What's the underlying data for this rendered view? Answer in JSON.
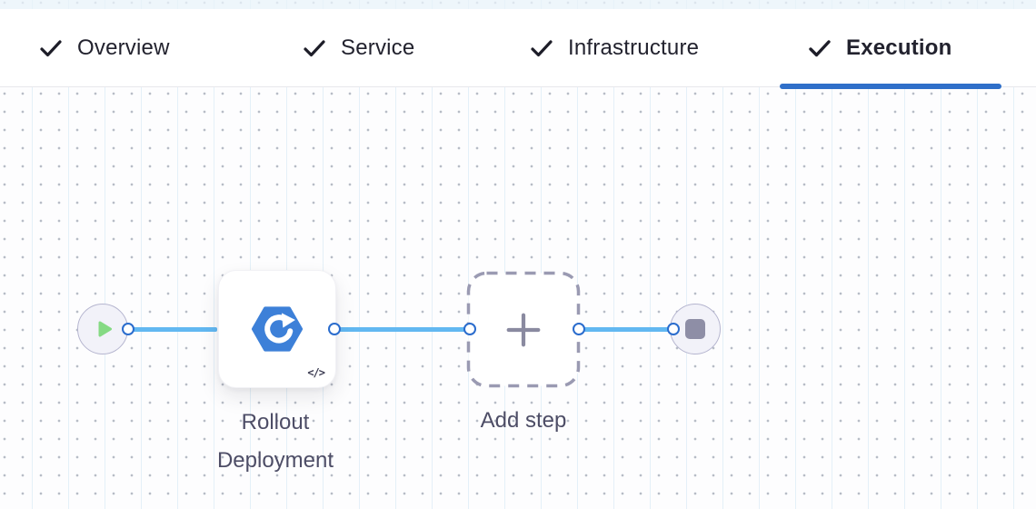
{
  "header": {
    "tabs": [
      {
        "label": "Overview",
        "checked": true,
        "active": false
      },
      {
        "label": "Service",
        "checked": true,
        "active": false
      },
      {
        "label": "Infrastructure",
        "checked": true,
        "active": false
      },
      {
        "label": "Execution",
        "checked": true,
        "active": true
      }
    ]
  },
  "canvas": {
    "start_node": {
      "icon": "play-icon"
    },
    "steps": [
      {
        "label": "Rollout Deployment",
        "icon": "k8s-rollout-icon",
        "badge": "</>"
      }
    ],
    "add_step": {
      "label": "Add step",
      "icon": "plus-icon"
    },
    "end_node": {
      "icon": "stop-icon"
    }
  },
  "icons": {
    "check-icon": "✓",
    "play-icon": "▶",
    "plus-icon": "+",
    "stop-icon": "■",
    "code-icon": "</>"
  },
  "colors": {
    "accent-blue": "#2f6fc9",
    "connector-blue": "#62b8f1",
    "port-border-blue": "#2a6ccd",
    "play-green": "#85da84",
    "step-icon-blue": "#3d80d8",
    "stop-gray": "#8e8ea6",
    "label-gray": "#4d4d66",
    "tab-text": "#22222e"
  }
}
